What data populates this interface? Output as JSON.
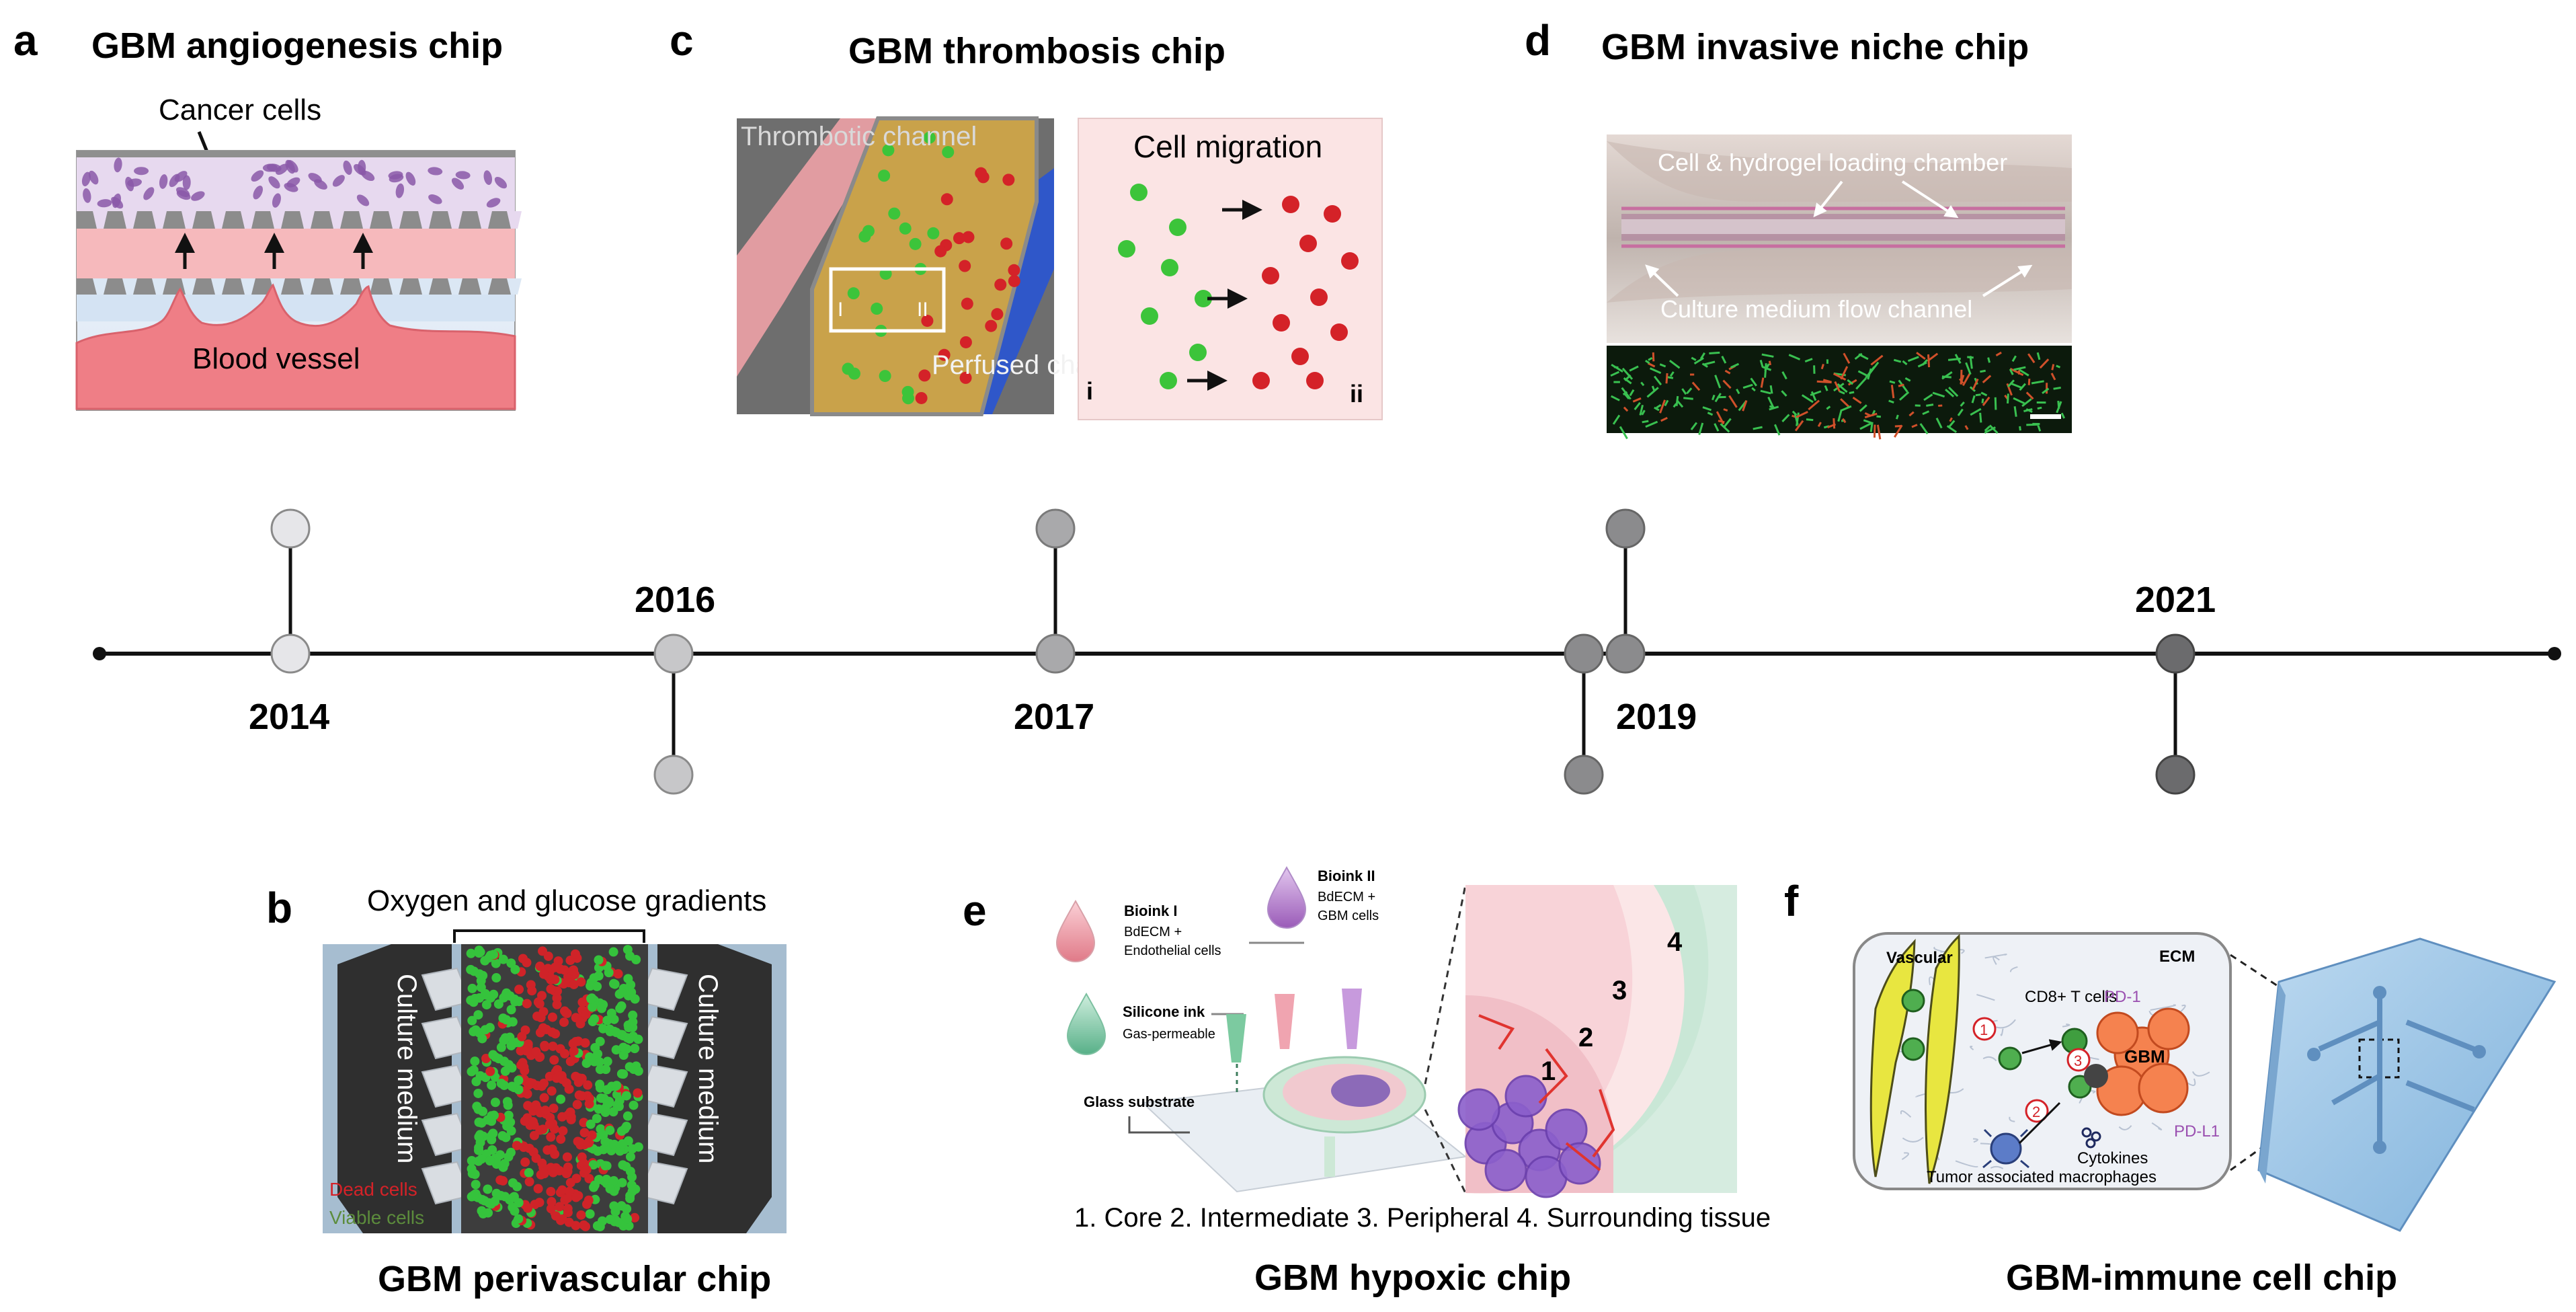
{
  "panels": {
    "a": {
      "letter": "a",
      "title": "GBM angiogenesis chip",
      "labels": {
        "cancer_cells": "Cancer cells",
        "blood_vessel": "Blood vessel"
      }
    },
    "b": {
      "letter": "b",
      "title": "GBM perivascular chip",
      "labels": {
        "gradients": "Oxygen and glucose gradients",
        "culture_left": "Culture medium",
        "culture_right": "Culture medium",
        "dead": "Dead cells",
        "viable": "Viable cells"
      }
    },
    "c": {
      "letter": "c",
      "title": "GBM thrombosis chip",
      "labels": {
        "thrombotic": "Thrombotic channel",
        "perfused": "Perfused channel",
        "roi_i": "I",
        "roi_ii": "II",
        "migration": "Cell migration",
        "corner_i": "i",
        "corner_ii": "ii"
      }
    },
    "d": {
      "letter": "d",
      "title": "GBM invasive niche chip",
      "labels": {
        "loading": "Cell & hydrogel loading chamber",
        "flow": "Culture medium flow channel"
      }
    },
    "e": {
      "letter": "e",
      "title": "GBM hypoxic chip",
      "labels": {
        "bioink1_title": "Bioink I",
        "bioink1_l1": "BdECM +",
        "bioink1_l2": "Endothelial cells",
        "bioink2_title": "Bioink II",
        "bioink2_l1": "BdECM +",
        "bioink2_l2": "GBM cells",
        "silicone_title": "Silicone ink",
        "silicone_sub": "Gas-permeable",
        "glass": "Glass substrate",
        "z1": "1",
        "z2": "2",
        "z3": "3",
        "z4": "4",
        "legend": "1. Core 2. Intermediate  3. Peripheral  4. Surrounding tissue"
      }
    },
    "f": {
      "letter": "f",
      "title": "GBM-immune cell chip",
      "labels": {
        "vascular": "Vascular",
        "ecm": "ECM",
        "cd8": "CD8+ T cells",
        "pd1": "PD-1",
        "gbm": "GBM",
        "pdl1": "PD-L1",
        "cytokines": "Cytokines",
        "tam": "Tumor associated macrophages",
        "n1": "1",
        "n2": "2",
        "n3": "3"
      }
    }
  },
  "timeline": {
    "years": [
      "2014",
      "2016",
      "2017",
      "2019",
      "2021"
    ],
    "colors": {
      "y2014": "#e6e6e9",
      "y2016": "#c7c7c9",
      "y2017": "#a9a9ab",
      "y2019": "#8b8b8d",
      "y2021": "#6b6b6d"
    }
  },
  "colors": {
    "vessel": "#ef7f86",
    "pink_band": "#f7b9bc",
    "cancer_purple": "#8a58a8",
    "chip_gray": "#8a8a8a",
    "green_cell": "#3cc43a",
    "red_cell": "#d42228",
    "thrombus_gold": "#c9a24a",
    "perfused_blue": "#3058c8",
    "chip_blue": "#9cc4e4"
  }
}
